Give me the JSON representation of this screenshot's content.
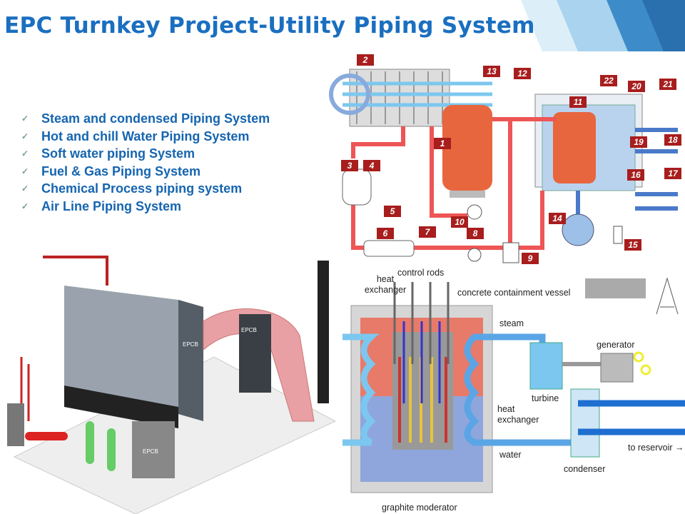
{
  "slide": {
    "title": "EPC Turnkey Project-Utility Piping System",
    "bullets": [
      "Steam and condensed Piping System",
      "Hot and chill Water Piping System",
      "Soft water piping System",
      "Fuel & Gas Piping System",
      "Chemical Process piping system",
      "Air Line Piping System"
    ],
    "bullet_icon": "check-icon"
  },
  "boiler_diagram": {
    "numbers": [
      "1",
      "2",
      "3",
      "4",
      "5",
      "6",
      "7",
      "8",
      "9",
      "10",
      "11",
      "12",
      "13",
      "14",
      "15",
      "16",
      "17",
      "18",
      "19",
      "20",
      "21",
      "22"
    ]
  },
  "boiler_illustration": {
    "labels": [
      "EPCB",
      "EPCB",
      "EPCB"
    ]
  },
  "reactor_diagram": {
    "labels": {
      "heat_exchanger_left": "heat exchanger",
      "control_rods": "control rods",
      "containment": "concrete containment vessel",
      "steam": "steam",
      "generator": "generator",
      "turbine": "turbine",
      "heat_exchanger_right": "heat exchanger",
      "water": "water",
      "to_reservoir": "to reservoir →",
      "condenser": "condenser",
      "graphite": "graphite moderator"
    }
  },
  "colors": {
    "title": "#1a6fc0",
    "bullets": "#1565b0",
    "label_bg": "#a81d1d",
    "pipe_hot": "#e8573a",
    "pipe_cold": "#1e6fd0"
  }
}
